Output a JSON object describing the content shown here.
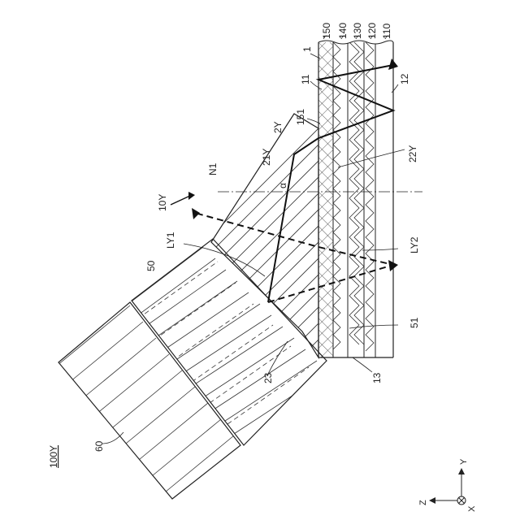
{
  "figure_id": "100Y",
  "labels": {
    "l150": "150",
    "l140": "140",
    "l130": "130",
    "l120": "120",
    "l110": "110",
    "l1": "1",
    "l11": "11",
    "l12": "12",
    "l151": "151",
    "l2Y": "2Y",
    "l21Y": "21Y",
    "l22Y": "22Y",
    "lN1": "N1",
    "lalpha": "α",
    "l10Y": "10Y",
    "lLY1": "LY1",
    "lLY2": "LY2",
    "l50": "50",
    "l51": "51",
    "l23": "23",
    "l13": "13",
    "l60": "60"
  },
  "axes": {
    "y": "Y",
    "z": "Z",
    "x": "X"
  }
}
